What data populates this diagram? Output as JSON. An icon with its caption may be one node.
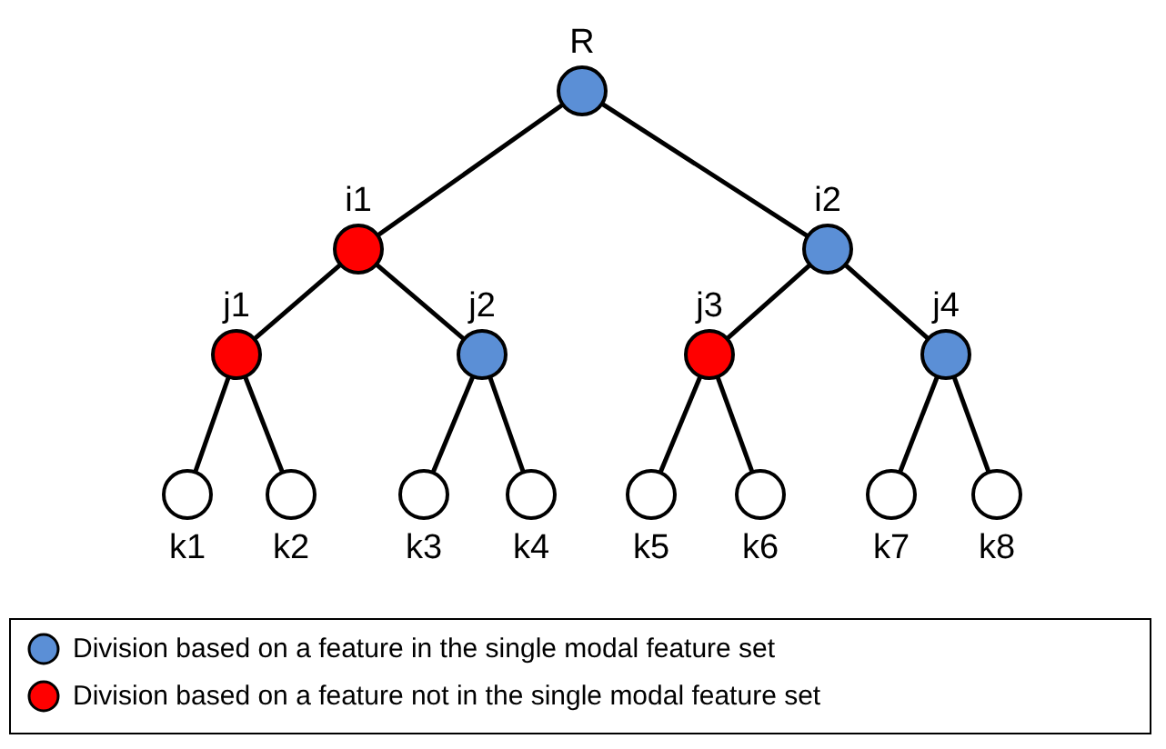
{
  "diagram": {
    "nodes": [
      {
        "text": [
          "R"
        ]
      },
      {
        "text": [
          "i1"
        ]
      },
      {
        "text": [
          "i2"
        ]
      },
      {
        "text": [
          "j1"
        ]
      },
      {
        "text": [
          "j2"
        ]
      },
      {
        "text": [
          "j3"
        ]
      },
      {
        "text": [
          "j4"
        ]
      },
      {
        "text": [
          "k1"
        ]
      },
      {
        "text": [
          "k2"
        ]
      },
      {
        "text": [
          "k3"
        ]
      },
      {
        "text": [
          "k4"
        ]
      },
      {
        "text": [
          "k5"
        ]
      },
      {
        "text": [
          "k6"
        ]
      },
      {
        "text": [
          "k7"
        ]
      },
      {
        "text": [
          "k8"
        ]
      }
    ],
    "edges": [
      {
        "from": 0,
        "to": 1,
        "arrow": "none"
      },
      {
        "from": 0,
        "to": 2,
        "arrow": "none"
      },
      {
        "from": 1,
        "to": 3,
        "arrow": "none"
      },
      {
        "from": 1,
        "to": 4,
        "arrow": "none"
      },
      {
        "from": 2,
        "to": 5,
        "arrow": "none"
      },
      {
        "from": 2,
        "to": 6,
        "arrow": "none"
      },
      {
        "from": 3,
        "to": 7,
        "arrow": "none"
      },
      {
        "from": 3,
        "to": 8,
        "arrow": "none"
      },
      {
        "from": 4,
        "to": 9,
        "arrow": "none"
      },
      {
        "from": 4,
        "to": 10,
        "arrow": "none"
      },
      {
        "from": 5,
        "to": 11,
        "arrow": "none"
      },
      {
        "from": 5,
        "to": 12,
        "arrow": "none"
      },
      {
        "from": 6,
        "to": 13,
        "arrow": "none"
      },
      {
        "from": 6,
        "to": 14,
        "arrow": "none"
      }
    ],
    "legend": [
      {
        "text": "Division based on a feature in the single modal feature set",
        "color": "#5b8fd6"
      },
      {
        "text": "Division based on a feature not in the single modal feature set",
        "color": "#ff0000"
      }
    ]
  }
}
